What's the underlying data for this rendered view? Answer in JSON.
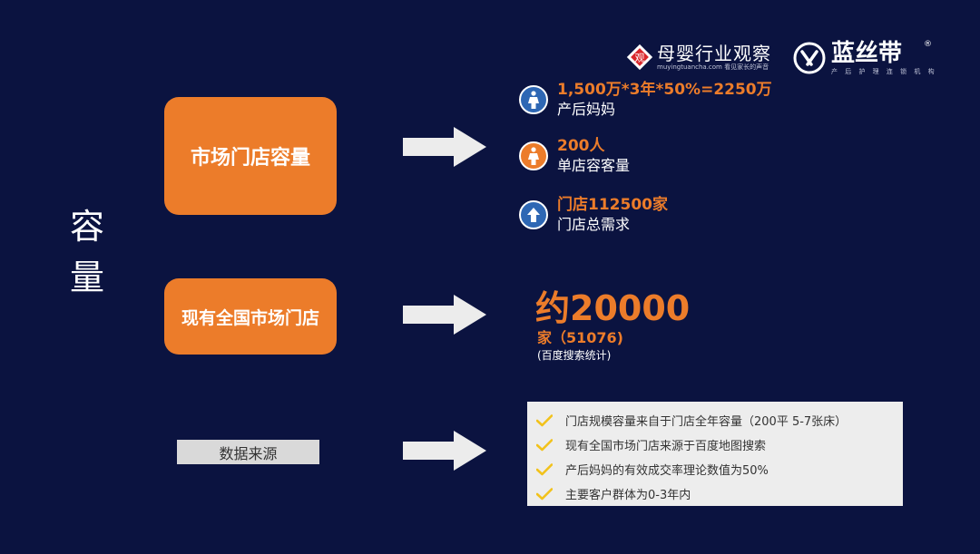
{
  "side_title": [
    "容",
    "量"
  ],
  "boxes": {
    "capacity_label": "市场门店容量",
    "stores_label": "现有全国市场门店",
    "source_label": "数据来源"
  },
  "stats": [
    {
      "value": "1,500万*3年*50%=2250万",
      "label": "产后妈妈",
      "icon": "woman-icon",
      "icon_color": "#2e67b4"
    },
    {
      "value": "200人",
      "label": "单店容客量",
      "icon": "woman-icon",
      "icon_color": "#ec7c2a"
    },
    {
      "value": "门店112500家",
      "label": "门店总需求",
      "icon": "up-arrow-icon",
      "icon_color": "#2e67b4"
    }
  ],
  "existing": {
    "big": "约20000",
    "sub": "家（51076)",
    "note": "(百度搜索统计)"
  },
  "notes": [
    "门店规模容量来自于门店全年容量（200平 5-7张床）",
    "现有全国市场门店来源于百度地图搜索",
    "产后妈妈的有效成交率理论数值为50%",
    "主要客户群体为0-3年内"
  ],
  "logos": {
    "logo1_title": "母婴行业观察",
    "logo1_sub": "muyingtuancha.com 看见家长的声音",
    "logo1_mark": "观",
    "logo2_title": "蓝丝带",
    "logo2_sub": "产 后 护 理 连 锁 机 构",
    "logo2_reg": "®"
  },
  "colors": {
    "background": "#0b1340",
    "accent": "#ec7c2a",
    "icon_blue": "#2e67b4",
    "check": "#f2c21b",
    "panel": "#ededed"
  }
}
